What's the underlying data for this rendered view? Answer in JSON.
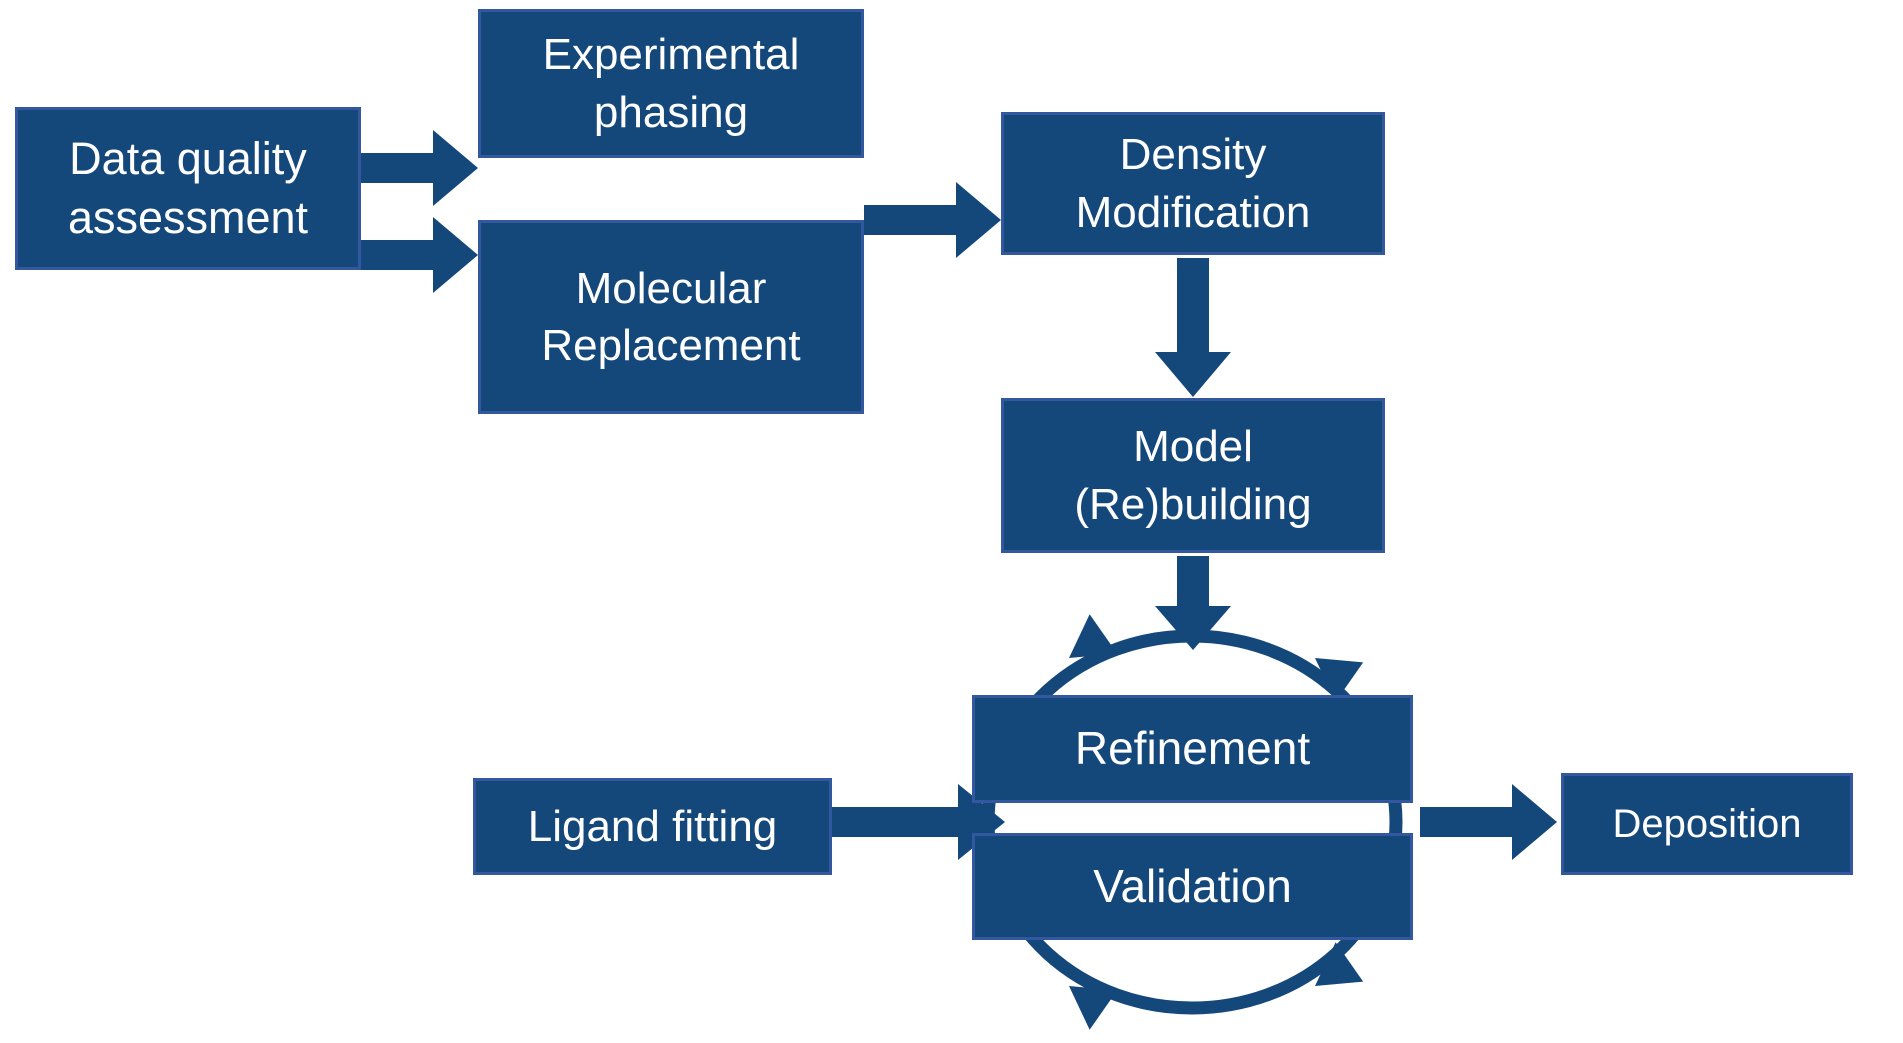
{
  "diagram": {
    "colors": {
      "box_fill": "#14477A",
      "box_border": "#33589F",
      "arrow": "#14477A",
      "text": "#FFFFFF",
      "background": "#FFFFFF"
    },
    "nodes": {
      "data_quality": {
        "line1": "Data quality",
        "line2": "assessment"
      },
      "experimental": {
        "line1": "Experimental",
        "line2": "phasing"
      },
      "molecular": {
        "line1": "Molecular",
        "line2": "Replacement"
      },
      "density": {
        "line1": "Density",
        "line2": "Modification"
      },
      "model": {
        "line1": "Model",
        "line2": "(Re)building"
      },
      "refinement": {
        "label": "Refinement"
      },
      "validation": {
        "label": "Validation"
      },
      "ligand": {
        "label": "Ligand fitting"
      },
      "deposition": {
        "label": "Deposition"
      }
    },
    "edges": [
      {
        "from": "Data quality assessment",
        "to": "Experimental phasing"
      },
      {
        "from": "Data quality assessment",
        "to": "Molecular Replacement"
      },
      {
        "from": "Experimental phasing / Molecular Replacement",
        "to": "Density Modification"
      },
      {
        "from": "Density Modification",
        "to": "Model (Re)building"
      },
      {
        "from": "Model (Re)building",
        "to": "Refinement / Validation cycle"
      },
      {
        "from": "Ligand fitting",
        "to": "Refinement / Validation cycle"
      },
      {
        "from": "Refinement / Validation cycle",
        "to": "Deposition"
      },
      {
        "cycle": "Refinement <-> Validation"
      }
    ]
  }
}
